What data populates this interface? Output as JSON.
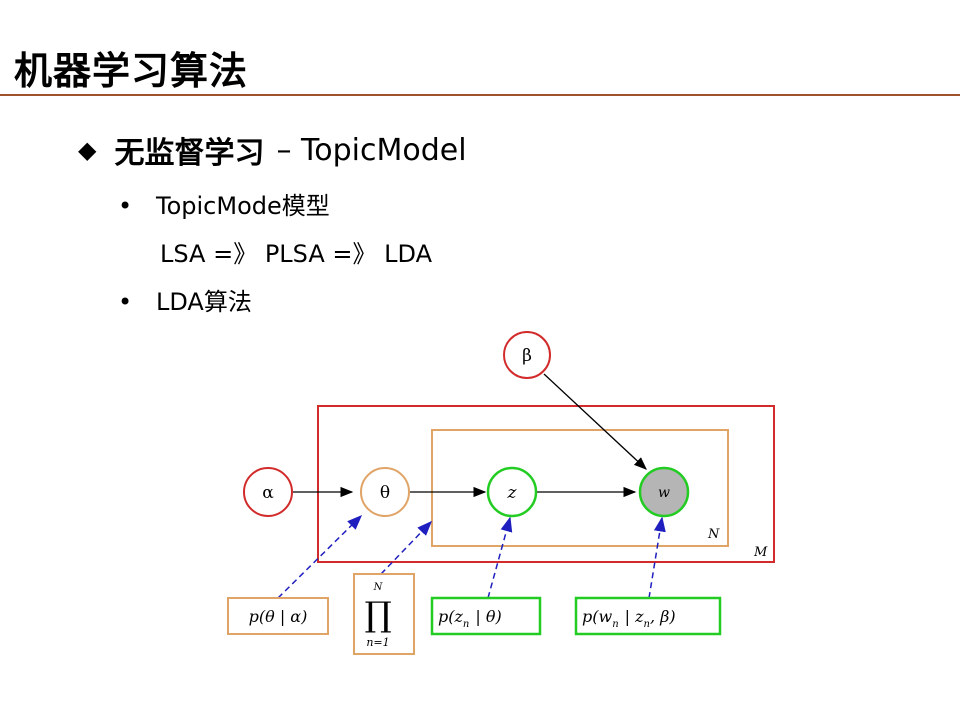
{
  "slide": {
    "title": "机器学习算法",
    "main_bullet": {
      "bold": "无监督学习",
      "rest": "– TopicModel"
    },
    "items": [
      {
        "bullet": "•",
        "text": "TopicMode模型"
      },
      {
        "bullet": "",
        "text": "LSA =》 PLSA =》 LDA"
      },
      {
        "bullet": "•",
        "text": "LDA算法"
      }
    ]
  },
  "diagram": {
    "nodes": {
      "alpha": "α",
      "theta": "θ",
      "z": "z",
      "w": "w",
      "beta": "β"
    },
    "plates": {
      "inner": "N",
      "outer": "M"
    },
    "formulas": {
      "p_theta": "p(θ | α)",
      "prod_top": "N",
      "prod_symbol": "∏",
      "prod_bottom": "n=1",
      "p_z": "p(z",
      "p_z_sub": "n",
      "p_z_rest": "| θ)",
      "p_w": "p(w",
      "p_w_sub1": "n",
      "p_w_mid": "| z",
      "p_w_sub2": "n",
      "p_w_rest": ", β)"
    },
    "colors": {
      "red": "#d22b2b",
      "orange": "#e0a466",
      "green": "#22cc22",
      "blue": "#1f1fbf",
      "gray_fill": "#b5b5b5"
    }
  }
}
